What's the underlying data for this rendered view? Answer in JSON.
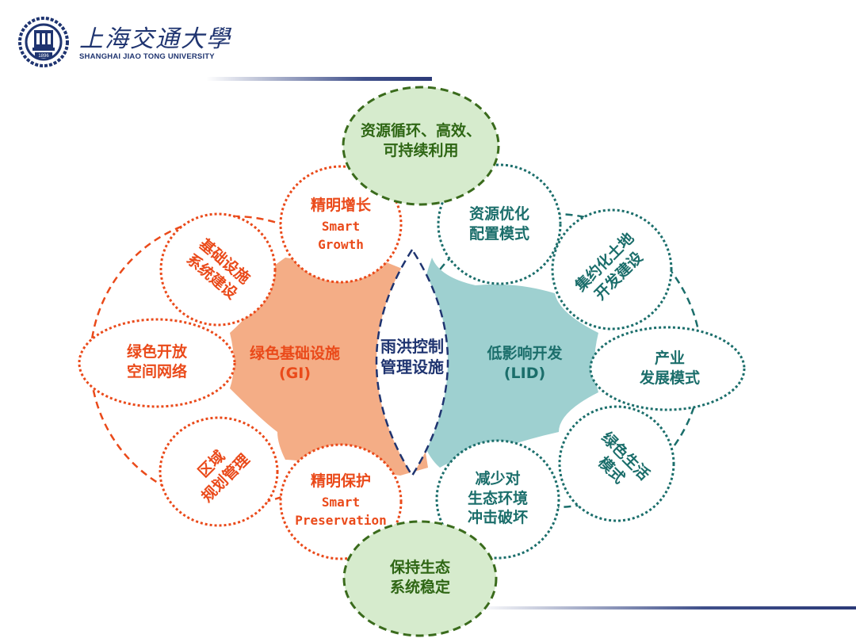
{
  "logo": {
    "cn": "上海交通大學",
    "en": "SHANGHAI JIAO TONG UNIVERSITY",
    "seal_year": "1896"
  },
  "colors": {
    "orange_fill": "#f4ad86",
    "teal_fill": "#9ed0d0",
    "red_text": "#ea4a1a",
    "teal_text": "#1b6e6b",
    "green_fill": "#d6ebcd",
    "green_border": "#3a6b1c",
    "navy": "#1f3470"
  },
  "center": {
    "line1": "雨洪控制",
    "line2": "管理设施"
  },
  "gi": {
    "line1": "绿色基础设施",
    "line2": "(GI)"
  },
  "lid": {
    "line1": "低影响开发",
    "line2": "(LID)"
  },
  "top_goal": {
    "line1": "资源循环、高效、",
    "line2": "可持续利用"
  },
  "bottom_goal": {
    "line1": "保持生态",
    "line2": "系统稳定"
  },
  "left_nodes": {
    "smart_growth": {
      "cn": "精明增长",
      "en1": "Smart",
      "en2": "Growth"
    },
    "infrastructure": {
      "line1": "基础设施",
      "line2": "系统建设"
    },
    "open_space": {
      "line1": "绿色开放",
      "line2": "空间网络"
    },
    "regional": {
      "line1": "区域",
      "line2": "规划管理"
    },
    "smart_preservation": {
      "cn": "精明保护",
      "en1": "Smart",
      "en2": "Preservation"
    }
  },
  "right_nodes": {
    "resource_config": {
      "line1": "资源优化",
      "line2": "配置模式"
    },
    "land_dev": {
      "line1": "集约化土地",
      "line2": "开发建设"
    },
    "industry": {
      "line1": "产业",
      "line2": "发展模式"
    },
    "green_life": {
      "line1": "绿色生活",
      "line2": "模式"
    },
    "eco_impact": {
      "line1": "减少对",
      "line2": "生态环境",
      "line3": "冲击破坏"
    }
  }
}
